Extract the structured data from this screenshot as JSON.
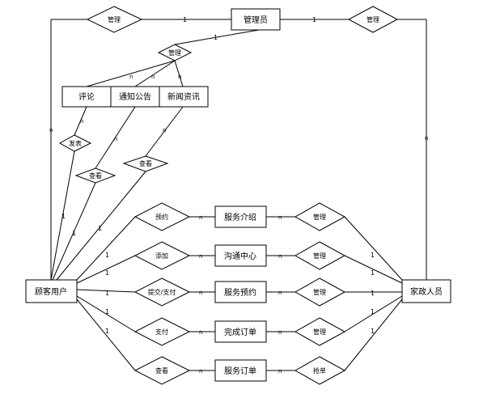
{
  "entities": {
    "admin": "管理员",
    "customer": "顾客用户",
    "staff": "家政人员",
    "comment": "评论",
    "notice": "通知公告",
    "news": "新闻资讯",
    "intro": "服务介绍",
    "comm": "沟通中心",
    "booking": "服务预约",
    "completed": "完成订单",
    "order": "服务订单"
  },
  "relationships": {
    "manage_top_left": "管理",
    "manage_top_right": "管理",
    "manage_content": "管理",
    "publish": "发表",
    "view_notice": "查看",
    "view_news": "查看",
    "reserve": "预约",
    "add": "添加",
    "submit_pay": "提交/支付",
    "pay": "支付",
    "view_order": "查看",
    "manage_intro": "管理",
    "manage_comm": "管理",
    "manage_booking": "管理",
    "manage_completed": "管理",
    "grab_order": "抢单"
  },
  "cardinality": {
    "one": "1",
    "many": "n"
  }
}
